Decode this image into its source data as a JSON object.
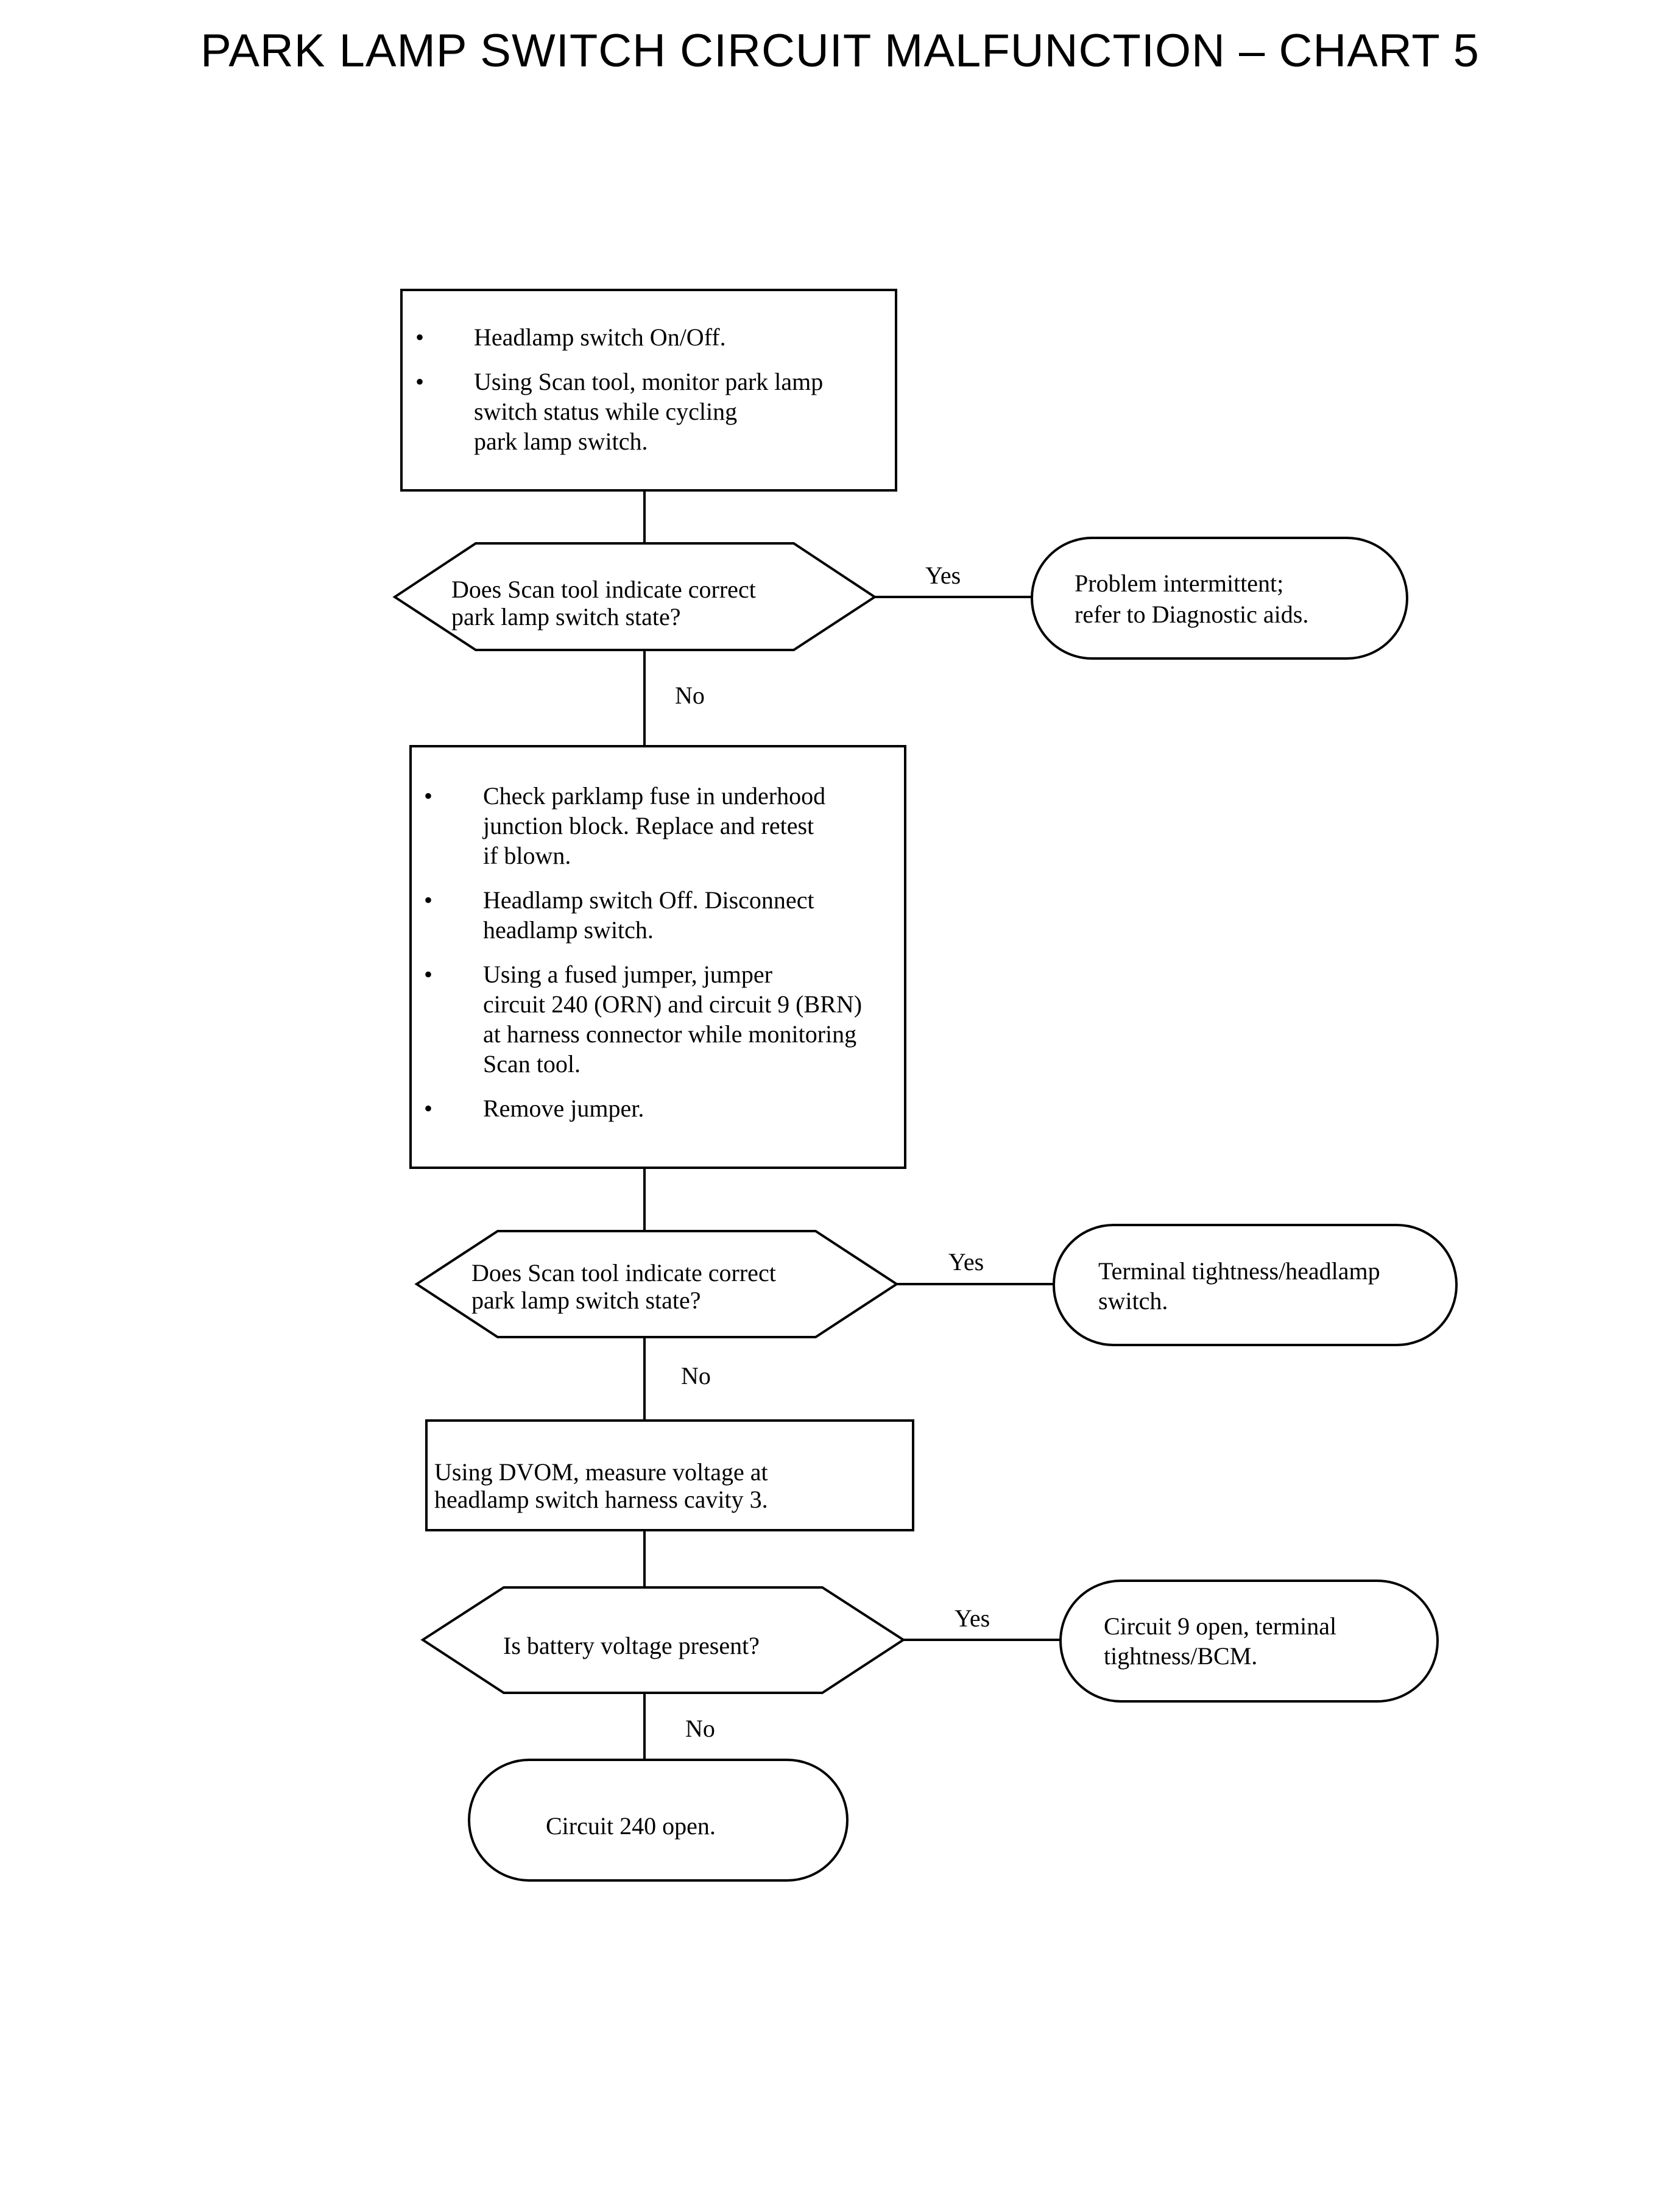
{
  "title": "PARK LAMP SWITCH CIRCUIT MALFUNCTION – CHART 5",
  "box1": {
    "bullet": "•",
    "items": [
      [
        "Headlamp switch On/Off."
      ],
      [
        "Using Scan tool, monitor park lamp",
        "switch status while cycling",
        "park lamp switch."
      ]
    ]
  },
  "decision1": {
    "lines": [
      "Does Scan tool indicate correct",
      "park lamp switch state?"
    ],
    "yes": "Yes",
    "no": "No"
  },
  "result1": {
    "lines": [
      "Problem intermittent;",
      "refer to Diagnostic aids."
    ]
  },
  "box2": {
    "bullet": "•",
    "items": [
      [
        "Check parklamp fuse in underhood",
        "junction block. Replace and retest",
        "if blown."
      ],
      [
        "Headlamp switch Off. Disconnect",
        "headlamp switch."
      ],
      [
        "Using a fused jumper, jumper",
        "circuit 240 (ORN) and circuit 9 (BRN)",
        "at harness connector while monitoring",
        "Scan tool."
      ],
      [
        "Remove jumper."
      ]
    ]
  },
  "decision2": {
    "lines": [
      "Does Scan tool indicate correct",
      "park lamp switch state?"
    ],
    "yes": "Yes",
    "no": "No"
  },
  "result2": {
    "lines": [
      "Terminal tightness/headlamp",
      "switch."
    ]
  },
  "box3": {
    "lines": [
      "Using DVOM, measure voltage at",
      "headlamp switch harness cavity 3."
    ]
  },
  "decision3": {
    "lines": [
      "Is battery voltage present?"
    ],
    "yes": "Yes",
    "no": "No"
  },
  "result3": {
    "lines": [
      "Circuit 9 open, terminal",
      "tightness/BCM."
    ]
  },
  "result4": {
    "lines": [
      "Circuit 240 open."
    ]
  }
}
